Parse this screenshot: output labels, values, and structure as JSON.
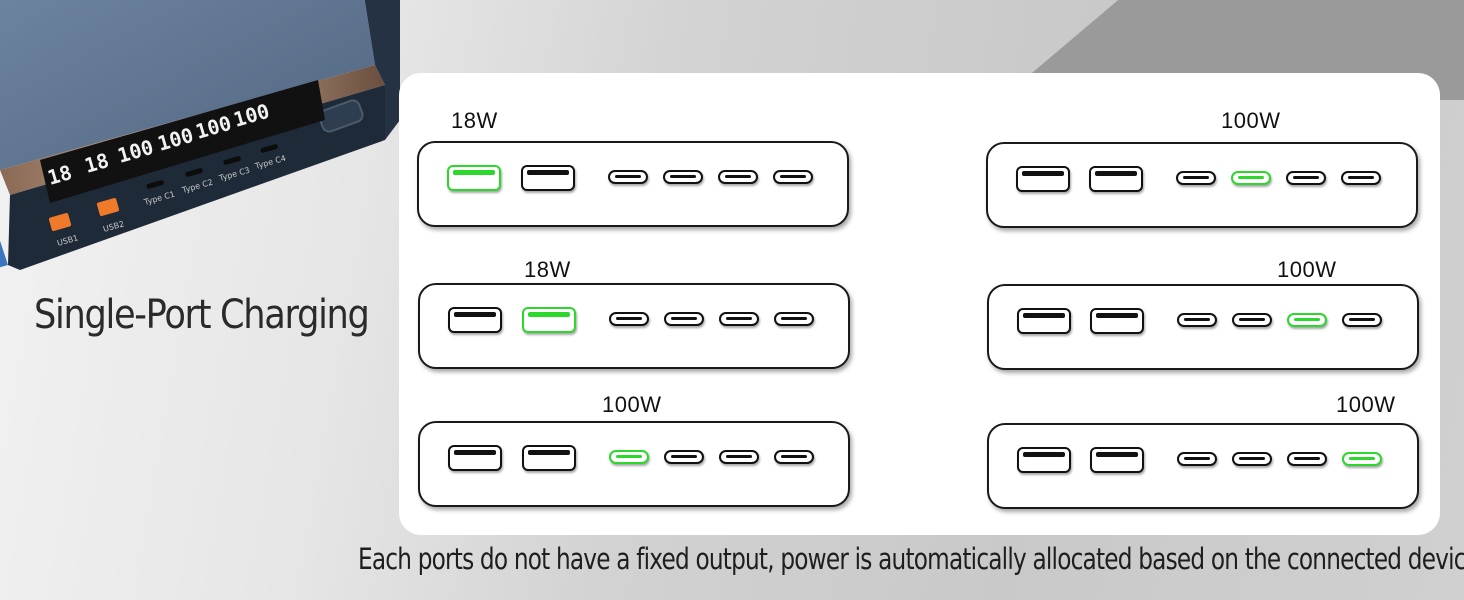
{
  "title": "Single-Port Charging",
  "footer_note": "Each ports do not have a fixed output, power is automatically allocated based on the connected device.",
  "device": {
    "displays": [
      "18",
      "18",
      "100",
      "100",
      "100",
      "100"
    ],
    "port_labels": [
      "USB1",
      "USB2",
      "Type C1",
      "Type C2",
      "Type C3",
      "Type C4"
    ]
  },
  "configurations": [
    {
      "watt": "18W",
      "active_port": "USB1"
    },
    {
      "watt": "18W",
      "active_port": "USB2"
    },
    {
      "watt": "100W",
      "active_port": "Type C1"
    },
    {
      "watt": "100W",
      "active_port": "Type C2"
    },
    {
      "watt": "100W",
      "active_port": "Type C3"
    },
    {
      "watt": "100W",
      "active_port": "Type C4"
    }
  ],
  "colors": {
    "active_port": "#2dd82d",
    "inactive_port": "#111111",
    "card": "#ffffff",
    "device_body": "#1e2a38",
    "device_accent": "#f07a2a"
  }
}
